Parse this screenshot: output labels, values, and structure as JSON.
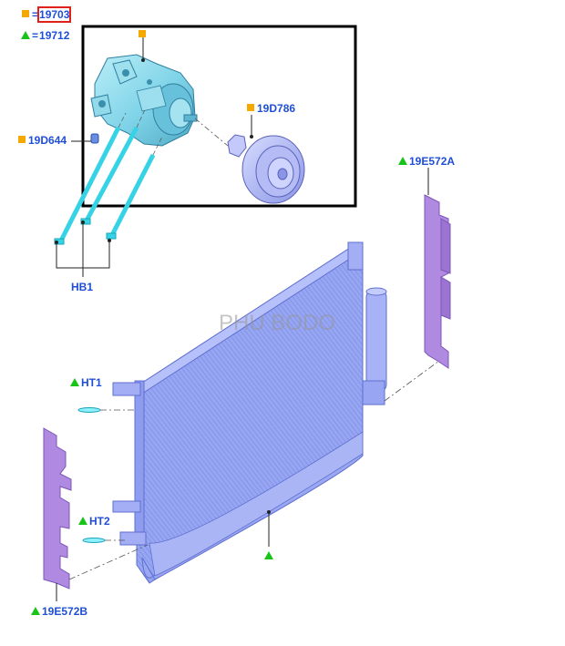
{
  "legend": {
    "square_code": "19703",
    "triangle_code": "19712",
    "equals": "="
  },
  "callouts": {
    "compressor": "19D644",
    "clutch": "19D786",
    "bolts": "HB1",
    "shield_right": "19E572A",
    "shield_left": "19E572B",
    "seal_top": "HT1",
    "seal_bottom": "HT2"
  },
  "watermark": "PHU BODO",
  "colors": {
    "square_marker": "#f5a800",
    "triangle_marker": "#18c418",
    "label_text": "#1f4fd6",
    "compressor": "#7fd3e8",
    "condenser": "#8e9cf0",
    "shield": "#a57fd6",
    "highlight_box": "#000000",
    "code_box": "#e0201a"
  },
  "icons": [
    "square-marker-icon",
    "triangle-marker-icon"
  ]
}
